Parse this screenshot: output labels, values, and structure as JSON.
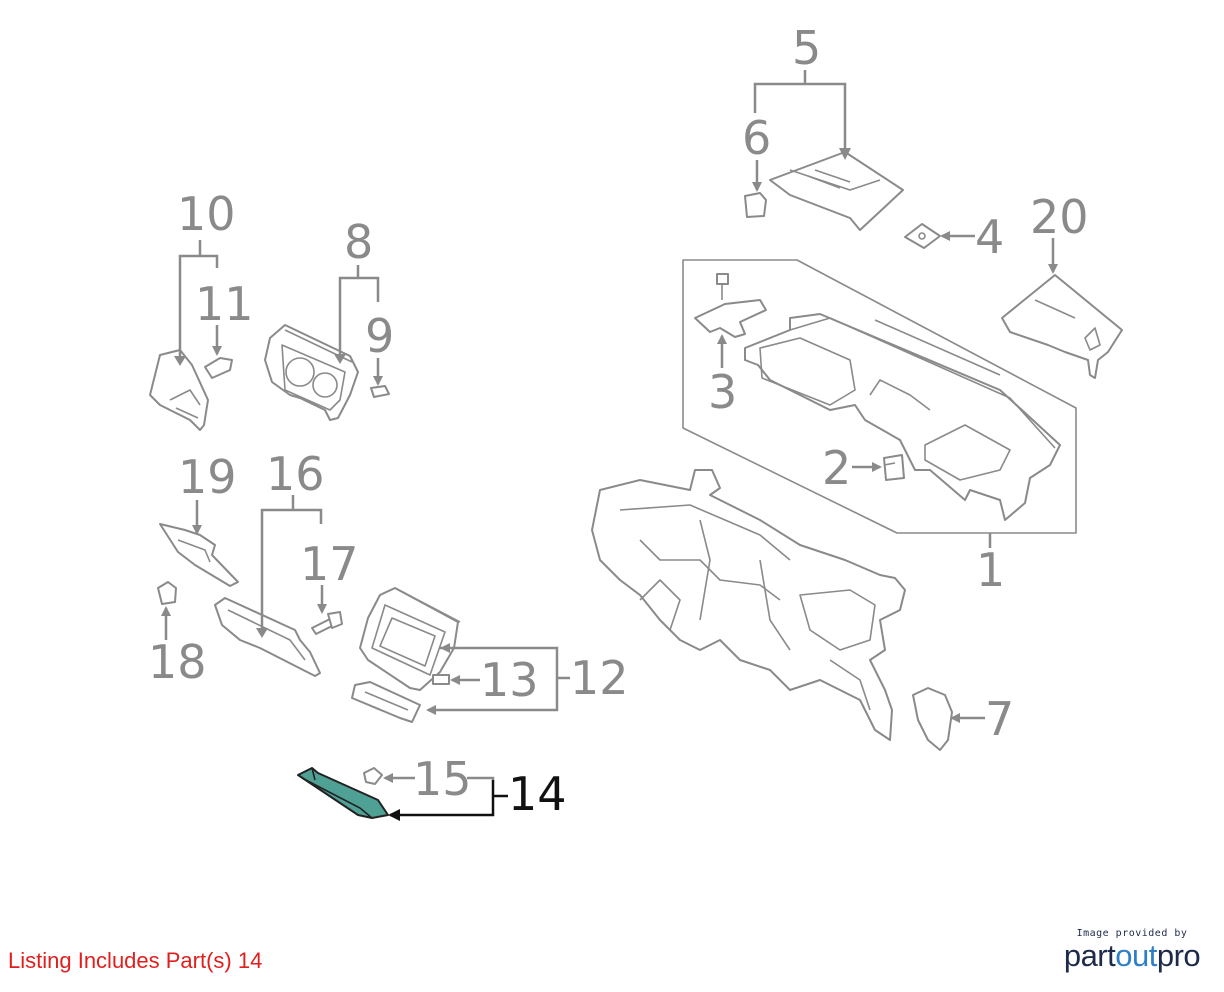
{
  "callouts": {
    "c1": "1",
    "c2": "2",
    "c3": "3",
    "c4": "4",
    "c5": "5",
    "c6": "6",
    "c7": "7",
    "c8": "8",
    "c9": "9",
    "c10": "10",
    "c11": "11",
    "c12": "12",
    "c13": "13",
    "c14": "14",
    "c15": "15",
    "c16": "16",
    "c17": "17",
    "c18": "18",
    "c19": "19",
    "c20": "20"
  },
  "highlighted_part": "14",
  "colors": {
    "highlight_fill": "#4fa095",
    "line_gray": "#8a8a8a",
    "listing_red": "#e0201e",
    "logo_navy": "#1d2a4a",
    "logo_blue": "#2f7fc8"
  },
  "listing_text": "Listing Includes Part(s) 14",
  "credit": {
    "caption": "Image provided by",
    "logo_prefix": "part",
    "logo_mid": "out",
    "logo_suffix": "pro"
  }
}
